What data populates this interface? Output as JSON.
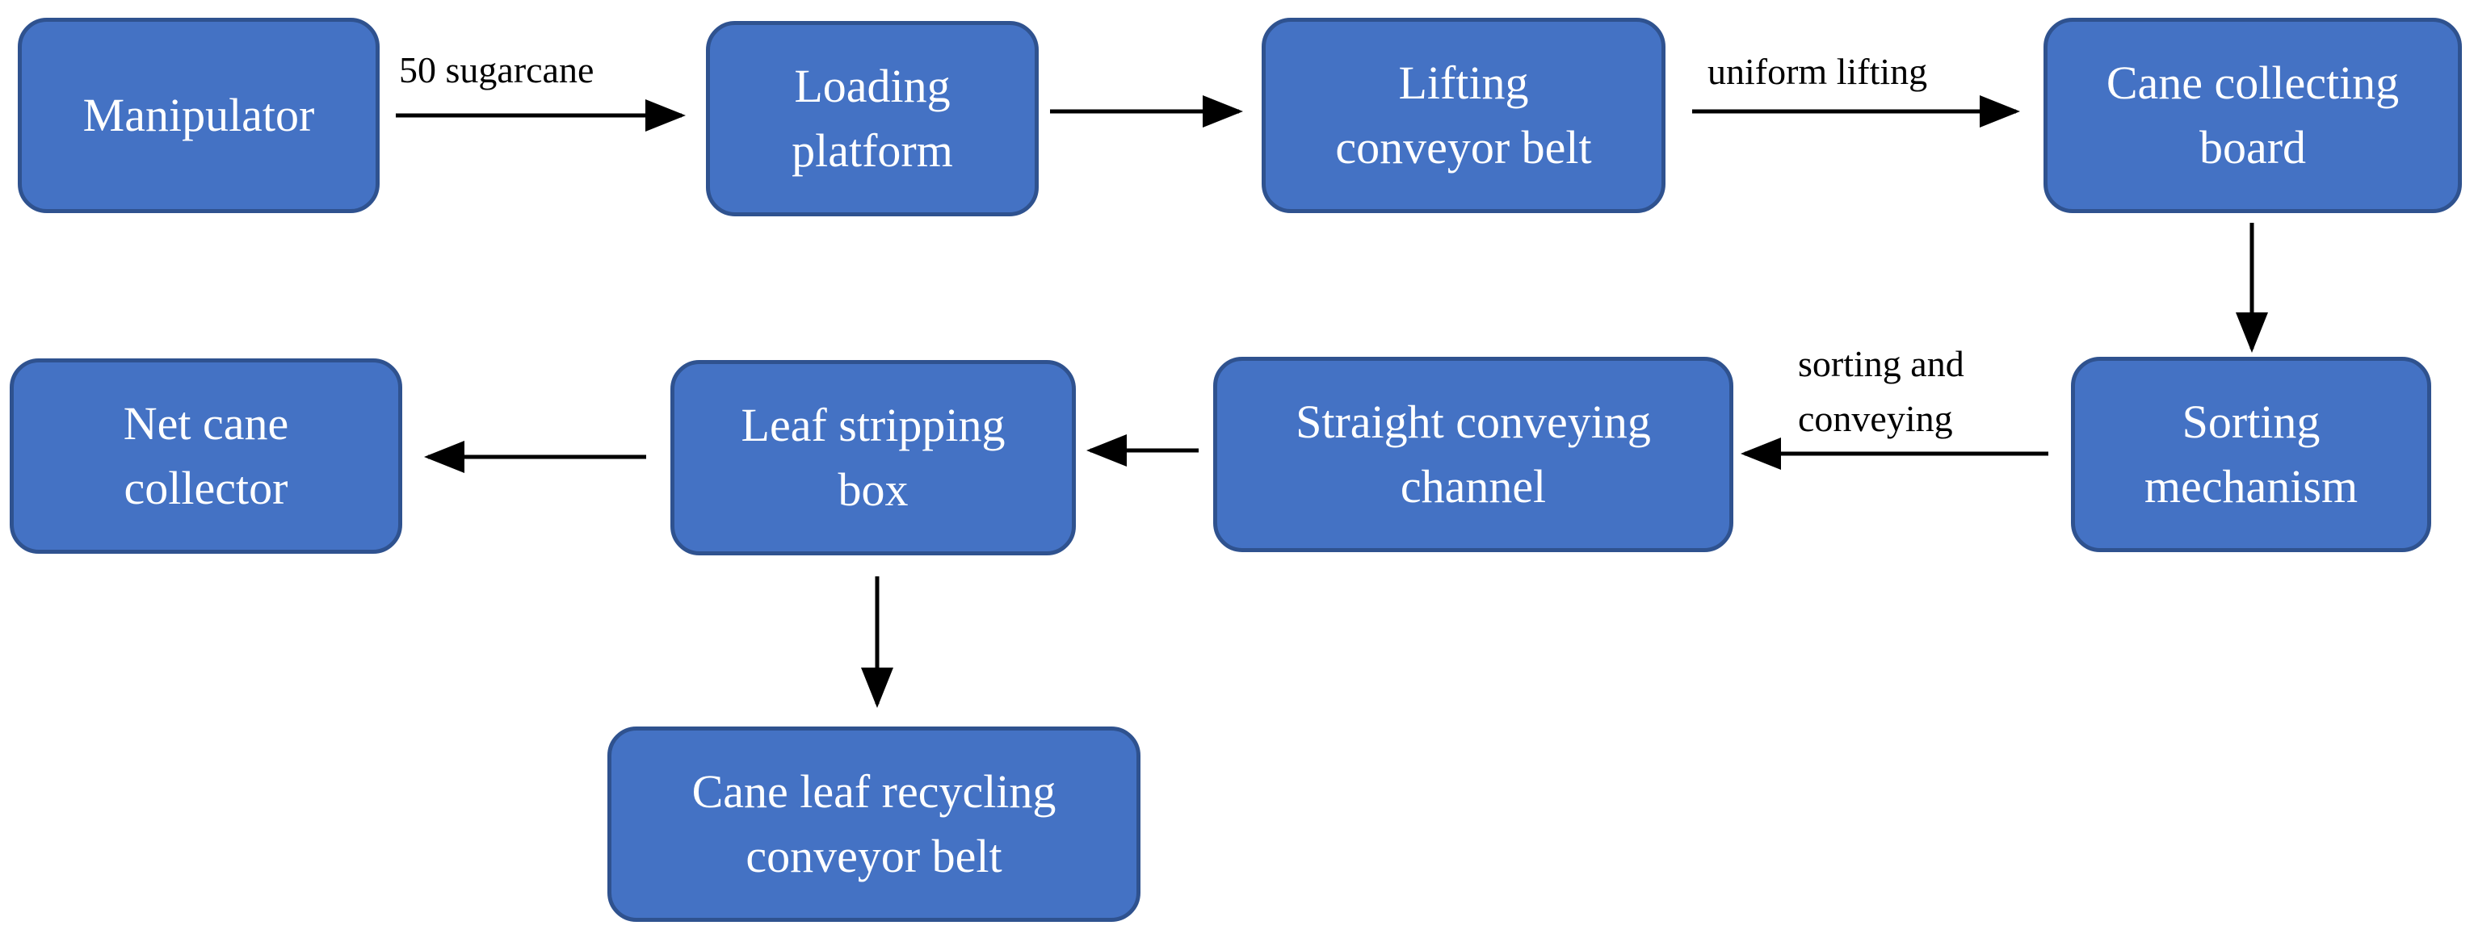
{
  "nodes": {
    "manipulator": [
      "Manipulator"
    ],
    "loading_platform": [
      "Loading",
      "platform"
    ],
    "lifting_conveyor_belt": [
      "Lifting",
      "conveyor belt"
    ],
    "cane_collecting_board": [
      "Cane collecting",
      "board"
    ],
    "sorting_mechanism": [
      "Sorting",
      "mechanism"
    ],
    "straight_conveying_channel": [
      "Straight conveying",
      "channel"
    ],
    "leaf_stripping_box": [
      "Leaf stripping",
      "box"
    ],
    "net_cane_collector": [
      "Net cane",
      "collector"
    ],
    "cane_leaf_recycling_conveyor_belt": [
      "Cane leaf recycling",
      "conveyor belt"
    ]
  },
  "edge_labels": {
    "manipulator_to_loading": "50 sugarcane",
    "lifting_to_collecting": "uniform lifting",
    "sorting_to_channel": [
      "sorting and",
      "conveying"
    ]
  },
  "colors": {
    "node_fill": "#4472c4",
    "node_border": "#2f528f",
    "node_text": "#ffffff",
    "arrow": "#000000"
  }
}
